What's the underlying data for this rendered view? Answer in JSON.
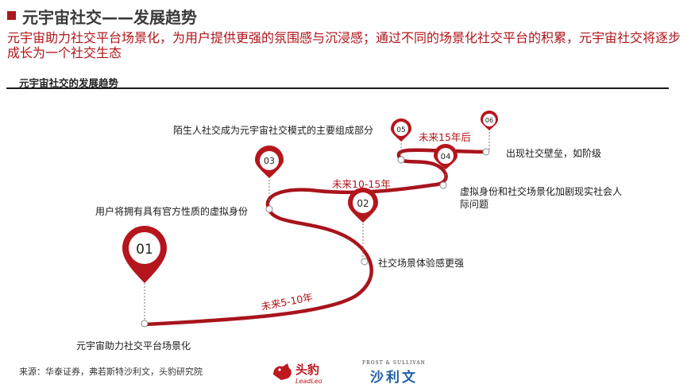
{
  "header": {
    "title": "元宇宙社交——发展趋势"
  },
  "subtitle": "元宇宙助力社交平台场景化，为用户提供更强的氛围感与沉浸感；通过不同的场景化社交平台的积累，元宇宙社交将逐步成长为一个社交生态",
  "section_label": "元宇宙社交的发展趋势",
  "colors": {
    "accent": "#b0141a",
    "path": "#a8141c",
    "pin": "#b5161d"
  },
  "milestones": [
    {
      "num": "01",
      "label": "元宇宙助力社交平台场景化"
    },
    {
      "num": "02",
      "label": "社交场景体验感更强"
    },
    {
      "num": "03",
      "label": "用户将拥有具有官方性质的虚拟身份"
    },
    {
      "num": "04",
      "label": "虚拟身份和社交场景化加剧现实社会人际问题"
    },
    {
      "num": "05",
      "label": "陌生人社交成为元宇宙社交模式的主要组成部分"
    },
    {
      "num": "06",
      "label": "出现社交壁垒，如阶级"
    }
  ],
  "eras": [
    "未来5-10年",
    "未来10-15年",
    "未来15年后"
  ],
  "source": "来源：华泰证券，弗若斯特沙利文，头豹研究院",
  "logos": {
    "toubao": {
      "cn": "头豹",
      "en": "LeadLeo"
    },
    "frost": {
      "en": "FROST & SULLIVAN",
      "cn": "沙利文"
    }
  }
}
